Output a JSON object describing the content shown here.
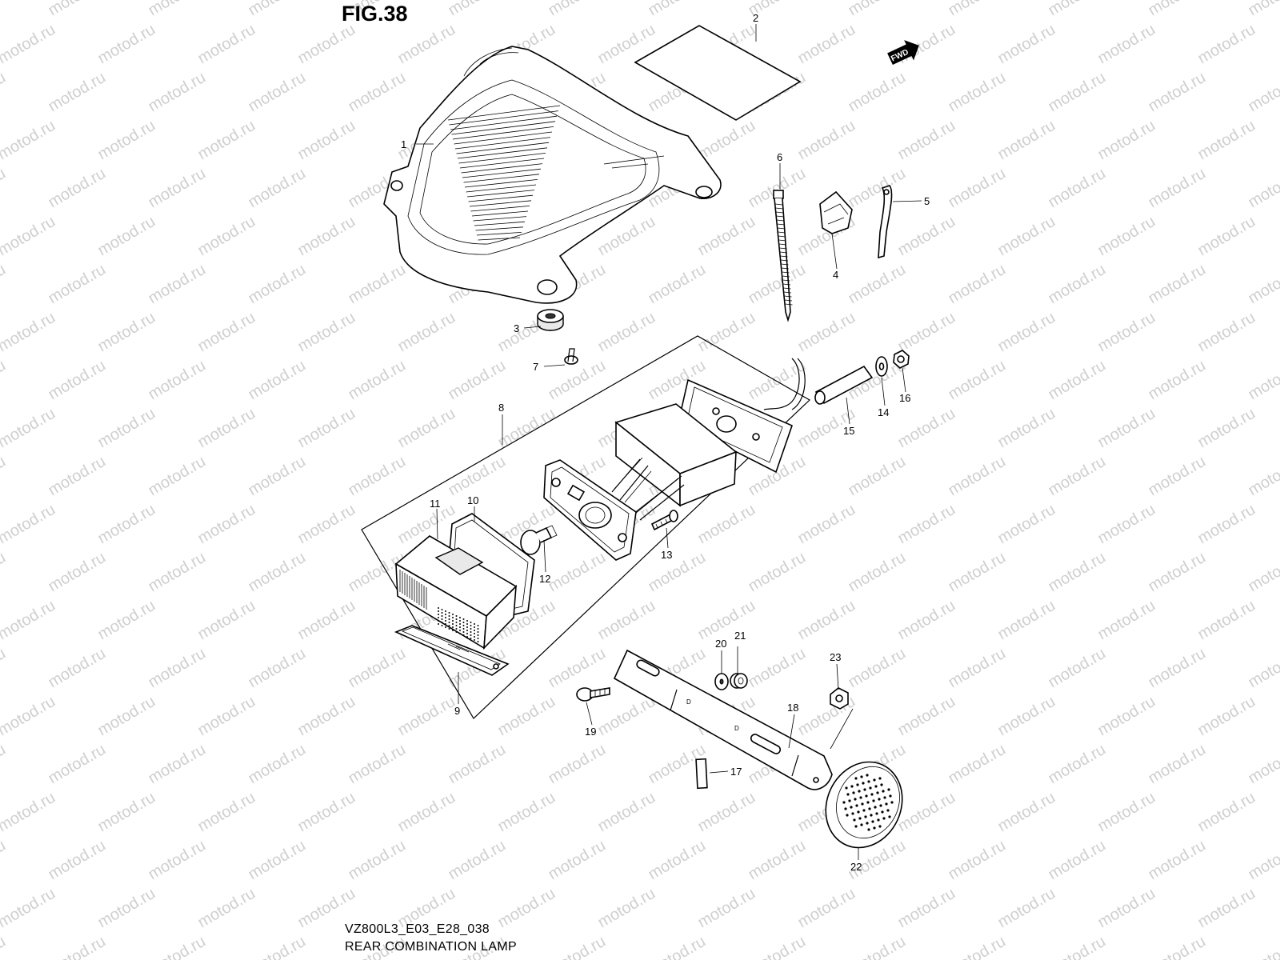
{
  "figure": {
    "title": "FIG.38",
    "drawing_code": "VZ800L3_E03_E28_038",
    "caption": "REAR COMBINATION LAMP",
    "fwd_badge": "FWD",
    "watermark": "motod.ru"
  },
  "callouts": [
    "1",
    "2",
    "3",
    "4",
    "5",
    "6",
    "7",
    "8",
    "9",
    "10",
    "11",
    "12",
    "13",
    "14",
    "15",
    "16",
    "17",
    "18",
    "19",
    "20",
    "21",
    "22",
    "23"
  ],
  "plate_marks": [
    "D",
    "D"
  ]
}
